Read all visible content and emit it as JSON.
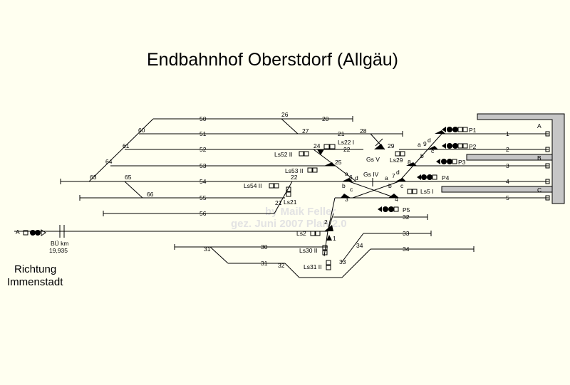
{
  "title": "Endbahnhof Oberstdorf (Allgäu)",
  "direction": [
    "Richtung",
    "Immenstadt"
  ],
  "watermark": [
    "by Maik Feller",
    "gez. Juni 2007  Plan 2.0"
  ],
  "level_crossing": [
    "BÜ km",
    "19,935"
  ],
  "icons": {
    "signal": "signal-icon",
    "buffer_stop": "buffer-stop-icon",
    "locomotive": "locomotive-icon",
    "switch_marker": "switch-icon"
  },
  "colors": {
    "background": "#fffff0",
    "track": "#000000",
    "platform": "#c6c6c6",
    "watermark": "#e3e3e3"
  },
  "platforms": [
    "A",
    "B",
    "C"
  ],
  "tracks": [
    "50",
    "20",
    "51",
    "21",
    "52",
    "22",
    "53",
    "54",
    "55",
    "56",
    "30",
    "31",
    "32",
    "33",
    "34",
    "1",
    "2",
    "3",
    "4",
    "5"
  ],
  "switches": [
    "26",
    "27",
    "28",
    "29",
    "60",
    "61",
    "64",
    "63",
    "65",
    "66",
    "24",
    "25",
    "6",
    "7",
    "8",
    "9",
    "2",
    "1",
    "3",
    "4",
    "21",
    "31",
    "32",
    "33",
    "34",
    "22"
  ],
  "switch_letters": [
    "a",
    "b",
    "c",
    "d"
  ],
  "signals": [
    "Ls22 I",
    "Ls52 II",
    "Ls29",
    "Ls53 II",
    "Ls54 II",
    "Ls21",
    "Ls5 I",
    "Ls2",
    "Ls30 II",
    "Ls31 II",
    "P1",
    "P2",
    "P3",
    "P4",
    "P5",
    "A"
  ],
  "shunting_limits": [
    "Gs V",
    "Gs IV"
  ]
}
